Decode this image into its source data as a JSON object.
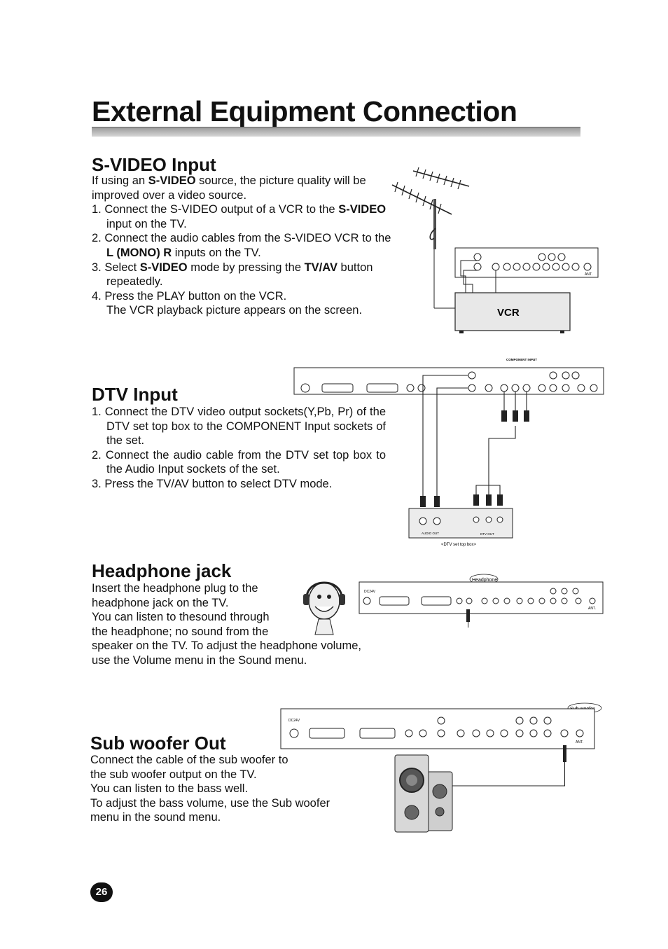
{
  "page_title": "External Equipment Connection",
  "page_number": "26",
  "svideo": {
    "heading": "S-VIDEO Input",
    "intro_a": "If using an ",
    "intro_b": "S-VIDEO",
    "intro_c": " source, the picture quality will be improved over a video source.",
    "s1_a": "1. Connect the S-VIDEO output of a VCR to the ",
    "s1_b": "S-VIDEO",
    "s1_c": " input on the TV.",
    "s2_a": "2. Connect the audio cables from the S-VIDEO VCR to the ",
    "s2_b": "L (MONO) R",
    "s2_c": " inputs on the TV.",
    "s3_a": "3. Select ",
    "s3_b": "S-VIDEO",
    "s3_c": " mode by pressing the ",
    "s3_d": "TV/AV",
    "s3_e": " button repeatedly.",
    "s4_a": "4. Press the PLAY button on the VCR.",
    "s4_b": "The VCR playback picture appears on the screen.",
    "vcr_label": "VCR",
    "ant_label": "ANT."
  },
  "dtv": {
    "heading": "DTV Input",
    "s1": "1. Connect the DTV video output sockets(Y,Pb, Pr) of the DTV set top box to the COMPONENT Input sockets of the set.",
    "s2": "2. Connect the audio cable from the DTV set top box to the Audio Input sockets of the set.",
    "s3": "3. Press the TV/AV button to select DTV mode.",
    "component_label": "COMPONENT INPUT",
    "audio_out": "AUDIO OUT",
    "dtv_out": "DTV OUT",
    "box_caption": "<DTV set top box>"
  },
  "headphone": {
    "heading": "Headphone jack",
    "line1": "Insert the headphone plug to the",
    "line2": "headphone jack on the TV.",
    "line3": "You can listen to thesound through",
    "line4": "the headphone; no sound from the",
    "line5": "speaker on the TV. To adjust the headphone volume,",
    "line6": "use the Volume menu in the Sound menu.",
    "callout": "Headphone",
    "dc_label": "DC24V",
    "ant_label": "ANT."
  },
  "subwoofer": {
    "heading": "Sub woofer Out",
    "line1": "Connect the cable of the sub woofer to",
    "line2": "the sub woofer output on the TV.",
    "line3": "You can listen to the bass well.",
    "line4": "To adjust the bass volume, use the Sub woofer",
    "line5": "menu in the sound menu.",
    "callout": "Sub woofer",
    "dc_label": "DC24V",
    "ant_label": "ANT."
  }
}
